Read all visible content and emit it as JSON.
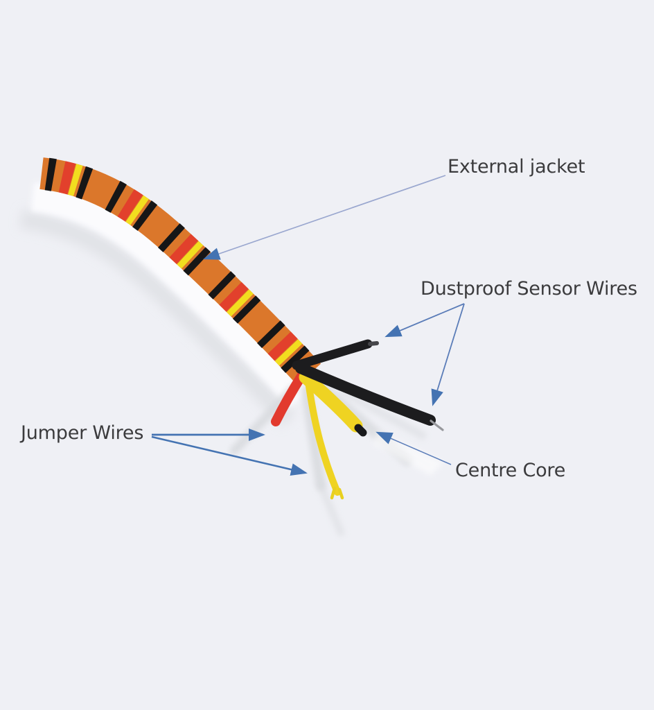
{
  "diagram": {
    "background": "#eff0f5",
    "labels": {
      "external_jacket": "External jacket",
      "dustproof_sensor_wires": "Dustproof Sensor Wires",
      "jumper_wires": "Jumper Wires",
      "centre_core": "Centre Core"
    },
    "colors": {
      "jacket_orange": "#db772b",
      "stripe_black": "#161617",
      "stripe_yellow": "#f2de1f",
      "stripe_red": "#e2402c",
      "wire_red": "#e23a2e",
      "wire_yellow": "#efd322",
      "wire_black": "#1c1c1e",
      "core_tip_black": "#17181a",
      "pin_metal": "#97989c",
      "arrow_blue": "#4473b2",
      "leader_blue": "#5a7cb8",
      "leader_light": "#9aa7cf",
      "label_text": "#3b3b3d"
    }
  }
}
